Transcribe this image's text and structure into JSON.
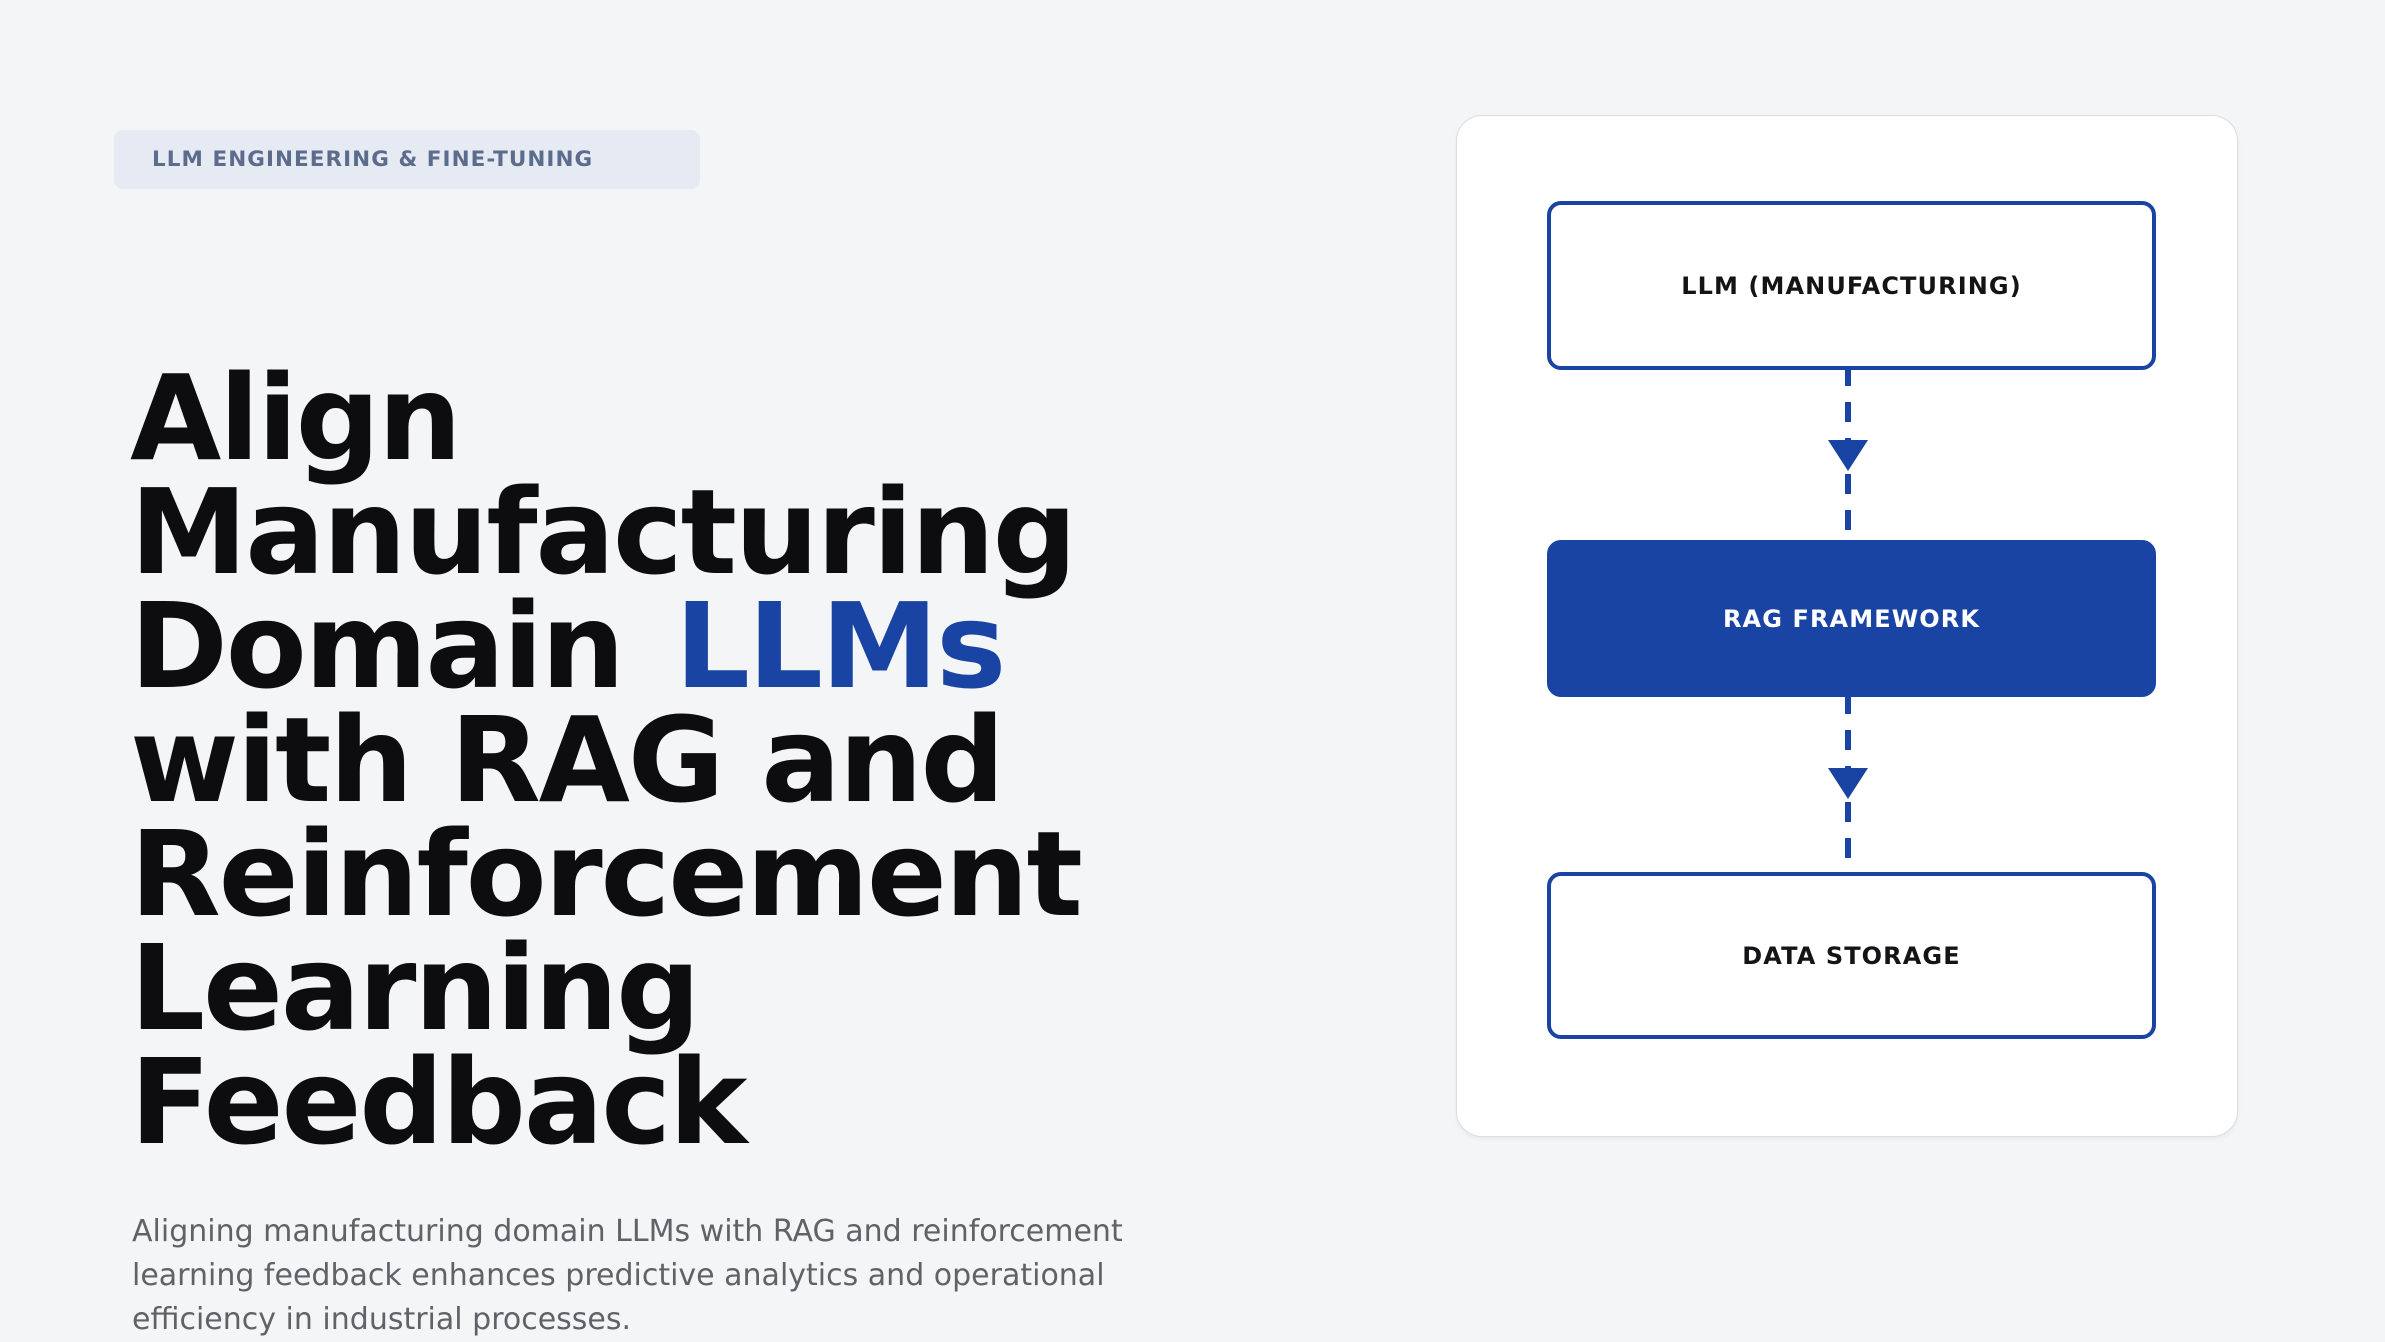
{
  "page": {
    "background_color": "#f4f5f7",
    "accent_color": "#1a44a3"
  },
  "hero": {
    "eyebrow": "LLM ENGINEERING & FINE-TUNING",
    "eyebrow_bg_color": "#e5eaf3",
    "eyebrow_text_color": "#5b6c8c",
    "headline_part_1": "Align Manufacturing Domain",
    "headline_accent": "LLMs",
    "headline_part_2": "with RAG and Reinforcement Learning Feedback",
    "headline_color": "#0d0d0f",
    "body": "Aligning manufacturing domain LLMs with RAG and reinforcement learning feedback enhances predictive analytics and operational efficiency in industrial processes.",
    "body_color": "#5f6368"
  },
  "diagram": {
    "card_bg_color": "#ffffff",
    "card_border_color": "#dcdde0",
    "connector_color": "#1a44a3",
    "nodes": [
      {
        "id": "llm",
        "label": "LLM (MANUFACTURING)",
        "style": "outline",
        "fill": "#ffffff",
        "border": "#1a44a3",
        "text_color": "#141417"
      },
      {
        "id": "rag",
        "label": "RAG FRAMEWORK",
        "style": "filled",
        "fill": "#1a44a3",
        "border": "#1a44a3",
        "text_color": "#ffffff"
      },
      {
        "id": "storage",
        "label": "DATA STORAGE",
        "style": "outline",
        "fill": "#ffffff",
        "border": "#1a44a3",
        "text_color": "#141417"
      }
    ],
    "edges": [
      {
        "from": "llm",
        "to": "rag",
        "style": "dashed",
        "arrow": "down"
      },
      {
        "from": "rag",
        "to": "storage",
        "style": "dashed",
        "arrow": "down"
      }
    ]
  }
}
